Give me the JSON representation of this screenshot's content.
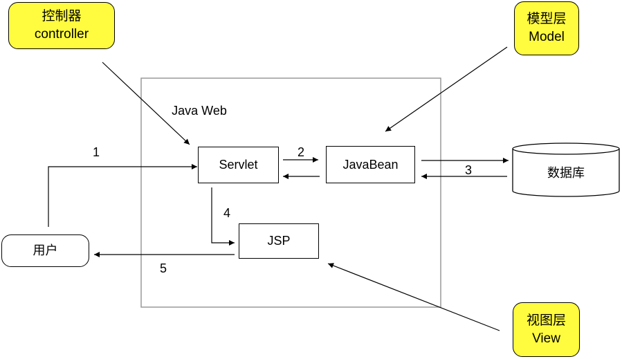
{
  "callouts": {
    "controller": {
      "line1": "控制器",
      "line2": "controller"
    },
    "model": {
      "line1": "模型层",
      "line2": "Model"
    },
    "view": {
      "line1": "视图层",
      "line2": "View"
    }
  },
  "container_label": "Java Web",
  "nodes": {
    "servlet": "Servlet",
    "javabean": "JavaBean",
    "jsp": "JSP",
    "database": "数据库",
    "user": "用户"
  },
  "steps": [
    "1",
    "2",
    "3",
    "4",
    "5"
  ],
  "colors": {
    "callout_fill": "#fffb3f",
    "container_border": "#999999",
    "line": "#000000"
  }
}
